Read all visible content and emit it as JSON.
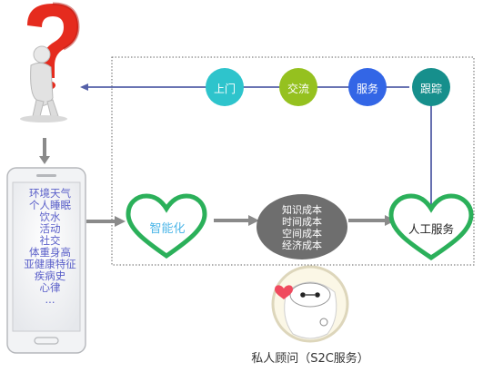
{
  "process": {
    "nodes": [
      {
        "label": "上门",
        "color": "#2ec4cc"
      },
      {
        "label": "交流",
        "color": "#95c11f"
      },
      {
        "label": "服务",
        "color": "#3366e6"
      },
      {
        "label": "跟踪",
        "color": "#168f8c"
      }
    ]
  },
  "phone": {
    "items": [
      "环境天气",
      "个人睡眠",
      "饮水",
      "活动",
      "社交",
      "体重身高",
      "亚健康特征",
      "疾病史",
      "心律",
      "..."
    ]
  },
  "hearts": {
    "left_label": "智能化",
    "right_label": "人工服务"
  },
  "costs": {
    "lines": [
      "知识成本",
      "时间成本",
      "空间成本",
      "经济成本"
    ]
  },
  "advisor": {
    "caption": "私人顾问（S2C服务）"
  },
  "colors": {
    "heart_stroke": "#2bb05a",
    "arrow": "#8a8a8a",
    "feedback_line": "#5560a8",
    "ellipse": "#6e6e6e",
    "question": "#e52b1e"
  }
}
